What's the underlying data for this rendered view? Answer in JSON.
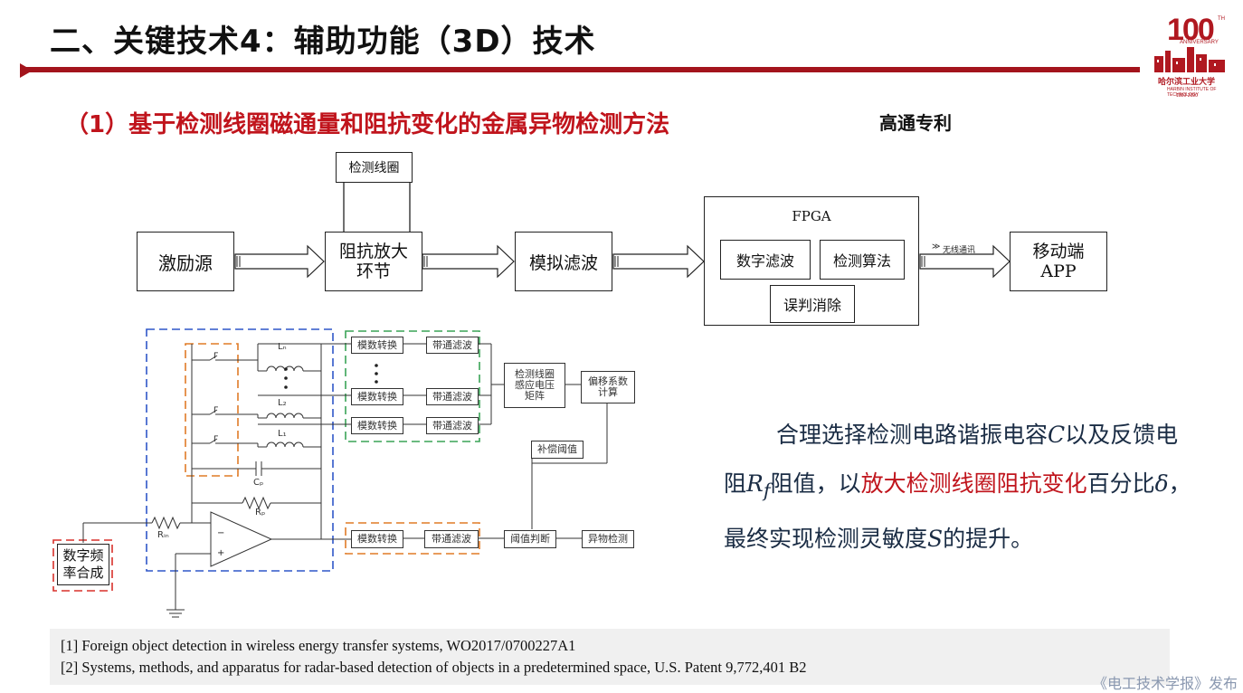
{
  "slide": {
    "title": "二、关键技术4：辅助功能（3D）技术",
    "subtitle": "（1）基于检测线圈磁通量和阻抗变化的金属异物检测方法",
    "patent_label": "高通专利"
  },
  "logo": {
    "number": "100",
    "anniversary": "ANNIVERSARY",
    "superscript": "TH",
    "name": "哈尔滨工业大学",
    "sub": "HARBIN INSTITUTE OF TECHNOLOGY",
    "years": "1920-2020",
    "brand_color": "#b01820"
  },
  "block_diagram": {
    "coil": "检测线圈",
    "source": "激励源",
    "amp_line1": "阻抗放大",
    "amp_line2": "环节",
    "analog_filter": "模拟滤波",
    "fpga": "FPGA",
    "digital_filter": "数字滤波",
    "detect_algo": "检测算法",
    "misjudge": "误判消除",
    "wireless": "无线通讯",
    "mobile_line1": "移动端",
    "mobile_line2": "APP"
  },
  "circuit": {
    "adc": "模数转换",
    "bpf": "带通滤波",
    "matrix_line1": "检测线圈",
    "matrix_line2": "感应电压",
    "matrix_line3": "矩阵",
    "offset_line1": "偏移系数",
    "offset_line2": "计算",
    "comp": "补偿阈值",
    "thresh": "阈值判断",
    "foreign": "异物检测",
    "synth_line1": "数字频",
    "synth_line2": "率合成",
    "labels": {
      "Ln": "Lₙ",
      "L2": "L₂",
      "L1": "L₁",
      "Cp": "Cₚ",
      "Rp": "Rₚ",
      "Rin": "Rᵢₙ"
    }
  },
  "description": {
    "part1": "合理选择检测电路谐振电容",
    "c_sym": "C",
    "part2": "以及反馈电阻",
    "r_sym": "R",
    "r_sub": "f",
    "part3": "阻值，以",
    "highlight": "放大检测线圈阻抗变化",
    "part4": "百分比",
    "delta": "δ",
    "part5": "，最终实现检测灵敏度",
    "s_sym": "S",
    "part6": "的提升。"
  },
  "references": [
    "[1] Foreign object detection in wireless energy transfer systems, WO2017/0700227A1",
    "[2] Systems, methods, and apparatus for radar-based detection of objects in a predetermined space, U.S. Patent 9,772,401 B2"
  ],
  "footer": "《电工技术学报》发布",
  "colors": {
    "accent_red": "#a3141c",
    "highlight_red": "#c0141c",
    "text_navy": "#1a2c44",
    "dash_blue": "#2f56c8",
    "dash_orange": "#e07b27",
    "dash_green": "#3aa356",
    "dash_red": "#d9312b"
  }
}
